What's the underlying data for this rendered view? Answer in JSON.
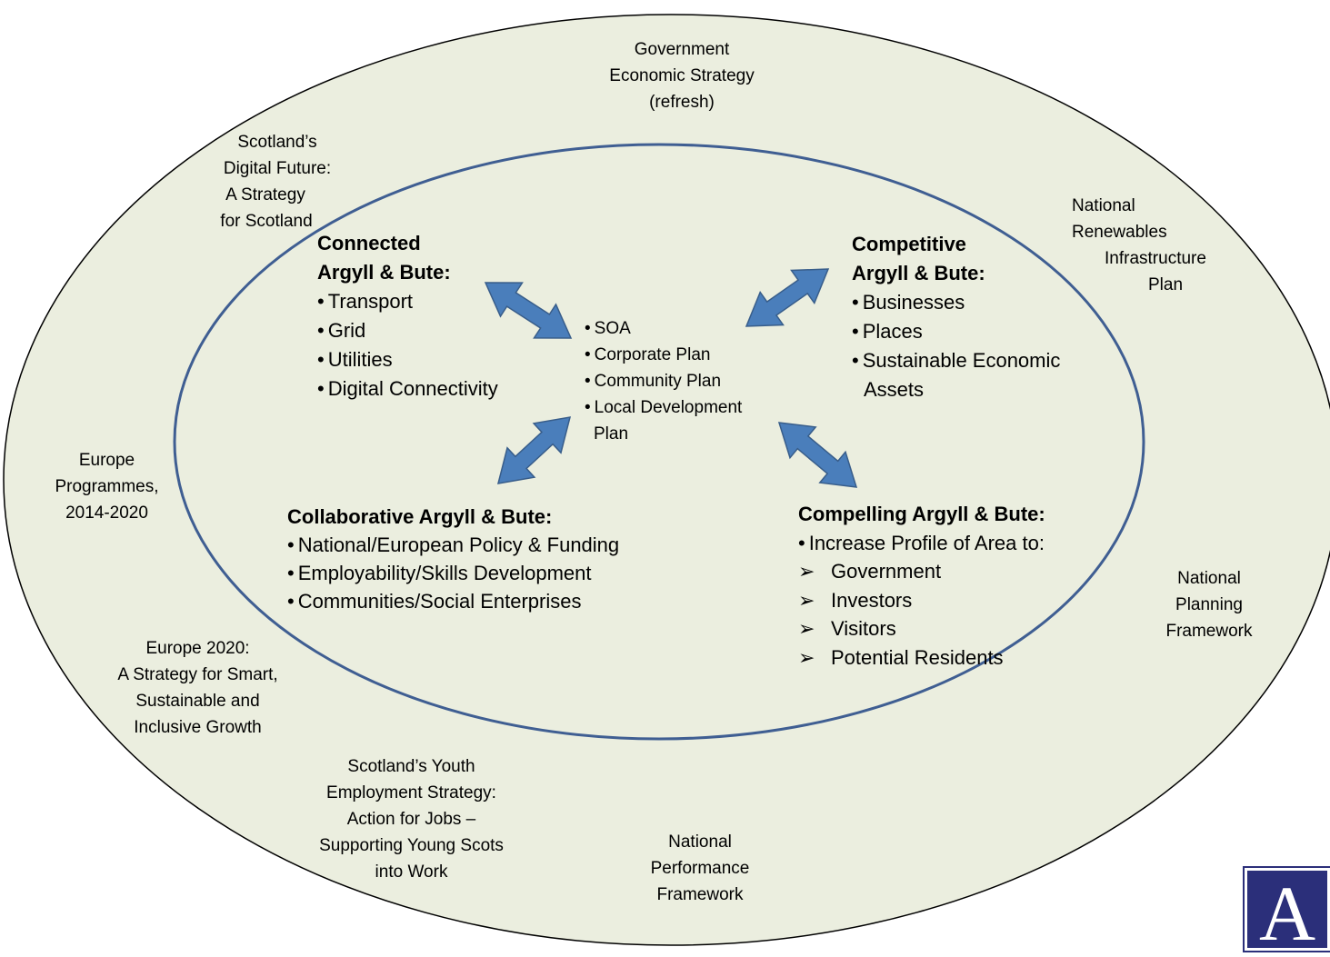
{
  "outer_labels": {
    "government": [
      "Government",
      "Economic Strategy",
      "(refresh)"
    ],
    "digital": [
      "Scotland’s",
      "Digital Future:",
      "A Strategy",
      "for Scotland"
    ],
    "renewables": [
      "National",
      "Renewables",
      "Infrastructure",
      "Plan"
    ],
    "europe_prog": [
      "Europe",
      "Programmes,",
      "2014-2020"
    ],
    "npf": [
      "National",
      "Planning",
      "Framework"
    ],
    "europe2020": [
      "Europe 2020:",
      "A Strategy for Smart,",
      "Sustainable and",
      "Inclusive Growth"
    ],
    "youth": [
      "Scotland’s Youth",
      "Employment Strategy:",
      "Action for Jobs –",
      "Supporting Young Scots",
      "into Work"
    ],
    "performance": [
      "National",
      "Performance",
      "Framework"
    ]
  },
  "connected": {
    "heading": [
      "Connected",
      "Argyll & Bute:"
    ],
    "items": [
      "Transport",
      "Grid",
      "Utilities",
      "Digital Connectivity"
    ]
  },
  "competitive": {
    "heading": [
      "Competitive",
      "Argyll & Bute:"
    ],
    "items": [
      "Businesses",
      "Places",
      "Sustainable Economic"
    ],
    "item_cont": "Assets"
  },
  "collaborative": {
    "heading": "Collaborative Argyll & Bute:",
    "items": [
      "National/European Policy & Funding",
      "Employability/Skills Development",
      "Communities/Social Enterprises"
    ]
  },
  "compelling": {
    "heading": "Compelling Argyll & Bute:",
    "intro": "Increase Profile of Area to:",
    "items": [
      "Government",
      "Investors",
      "Visitors",
      "Potential Residents"
    ]
  },
  "center": {
    "items": [
      "SOA",
      "Corporate Plan",
      "Community Plan",
      "Local Development"
    ],
    "item_cont": "Plan"
  },
  "logo": {
    "letter": "A"
  },
  "colors": {
    "fill": "#ebeedf",
    "outer_stroke": "#000000",
    "inner_stroke": "#3f5e92",
    "arrow_fill": "#4a7ebb",
    "arrow_stroke": "#385d8a",
    "logo_bg": "#2b2f7a"
  }
}
